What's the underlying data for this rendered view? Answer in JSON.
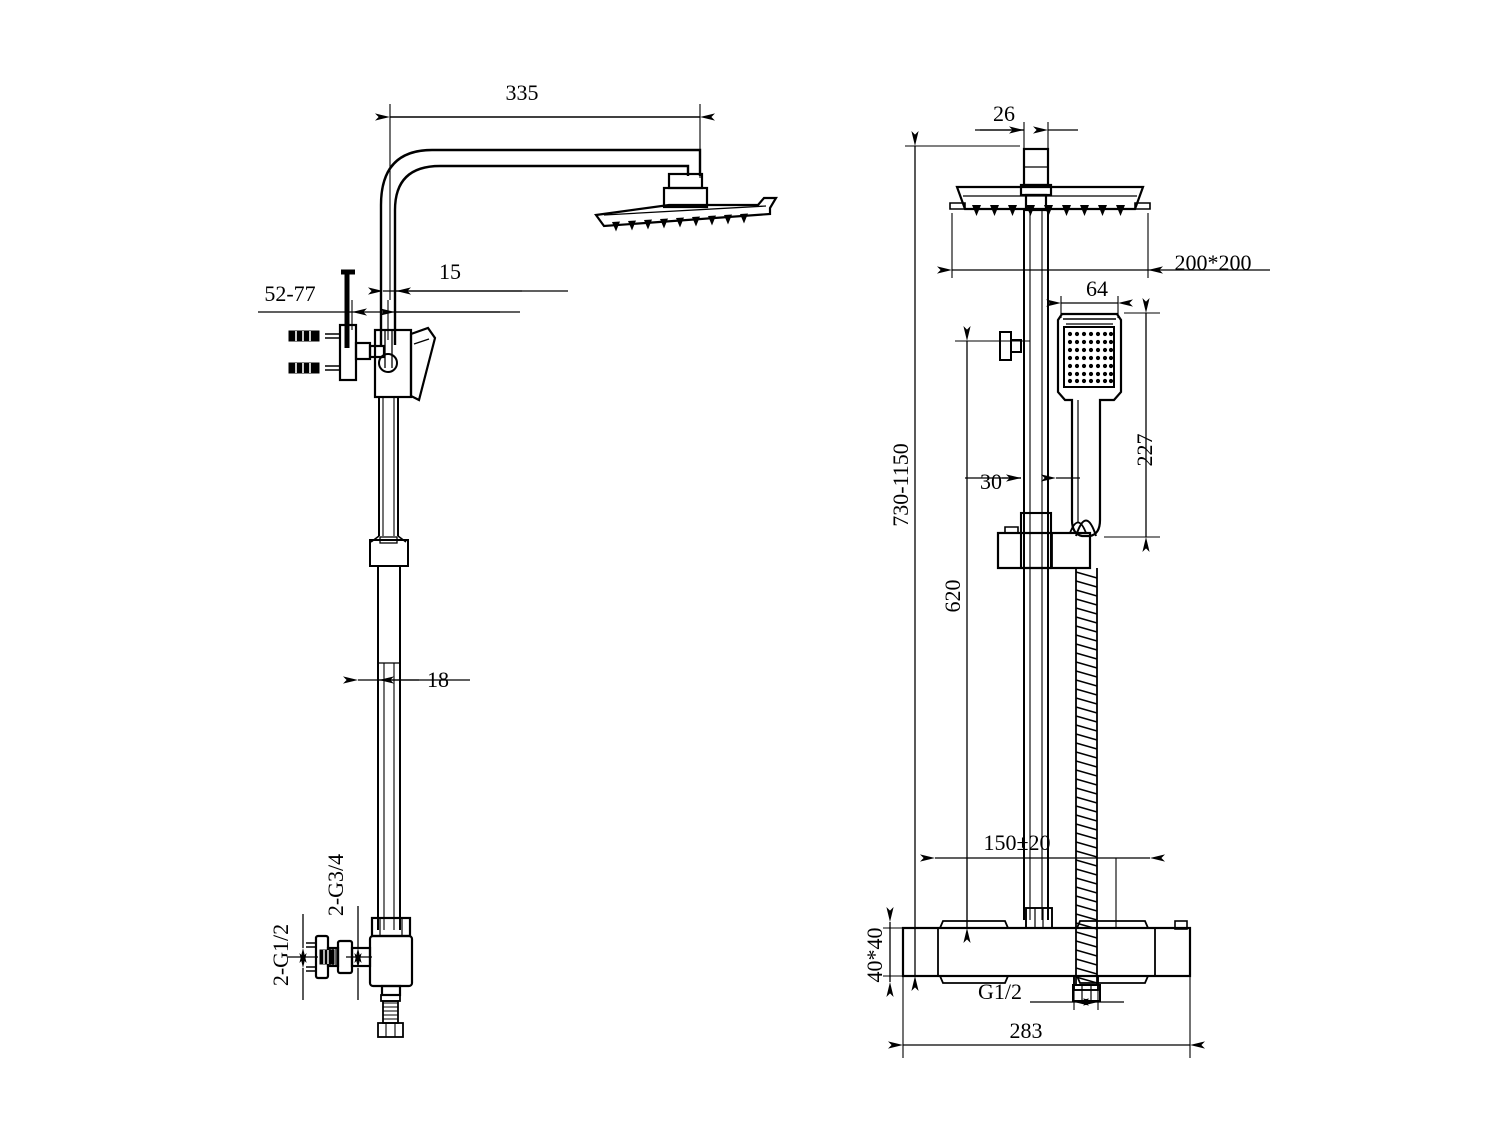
{
  "drawing": {
    "title": "Shower Column Assembly Dimensional Drawing",
    "type": "engineering-line-drawing",
    "units": "mm",
    "line_color": "#000000",
    "background_color": "#ffffff",
    "views": [
      {
        "name": "side-elevation",
        "position": "left",
        "description": "Side view of thermostatic shower column with rain head on swan-neck arm, wall bracket, riser pipe and bottom mixer valve"
      },
      {
        "name": "front-elevation",
        "position": "right",
        "description": "Front view of shower column showing square rain head, hand shower on slide rail, flexible hose and thermostatic bar mixer"
      }
    ]
  },
  "dimensions": {
    "left_view": [
      {
        "id": "arm-reach",
        "label": "335",
        "orientation": "horizontal",
        "note": "shower arm reach"
      },
      {
        "id": "riser-offset",
        "label": "15",
        "orientation": "horizontal",
        "note": "offset from bracket face"
      },
      {
        "id": "wall-standoff",
        "label": "52-77",
        "orientation": "horizontal",
        "note": "adjustable wall standoff range"
      },
      {
        "id": "riser-diameter",
        "label": "18",
        "orientation": "horizontal",
        "note": "riser pipe diameter"
      },
      {
        "id": "outlet-thread",
        "label": "2-G3/4",
        "orientation": "leader",
        "note": "two 3/4 inch outlet threads"
      },
      {
        "id": "inlet-thread",
        "label": "2-G1/2",
        "orientation": "leader",
        "note": "two 1/2 inch inlet threads"
      }
    ],
    "right_view": [
      {
        "id": "arm-width",
        "label": "26",
        "orientation": "horizontal",
        "note": "shower arm width"
      },
      {
        "id": "head-size",
        "label": "200*200",
        "orientation": "horizontal",
        "note": "rain head face size"
      },
      {
        "id": "hand-head-width",
        "label": "64",
        "orientation": "horizontal",
        "note": "hand shower head width"
      },
      {
        "id": "hand-length",
        "label": "227",
        "orientation": "vertical",
        "note": "hand shower overall length"
      },
      {
        "id": "slider-offset",
        "label": "30",
        "orientation": "horizontal",
        "note": "slider bracket projection"
      },
      {
        "id": "total-height",
        "label": "730-1150",
        "orientation": "vertical",
        "note": "adjustable overall height range"
      },
      {
        "id": "rail-height",
        "label": "620",
        "orientation": "vertical",
        "note": "slide rail height above mixer"
      },
      {
        "id": "inlet-centers",
        "label": "150±20",
        "orientation": "horizontal",
        "note": "inlet centre distance"
      },
      {
        "id": "bar-section",
        "label": "40*40",
        "orientation": "vertical",
        "note": "mixer bar cross-section"
      },
      {
        "id": "hose-thread",
        "label": "G1/2",
        "orientation": "horizontal",
        "note": "hose outlet thread"
      },
      {
        "id": "bar-width",
        "label": "283",
        "orientation": "horizontal",
        "note": "mixer bar overall width"
      }
    ]
  },
  "components": {
    "rain_shower_head": "square-rain-shower-head",
    "shower_arm": "swan-neck-shower-arm",
    "wall_bracket": "adjustable-wall-bracket",
    "wall_anchors": "wall-anchor-plugs",
    "riser_pipe": "riser-pipe",
    "riser_collar": "riser-collar",
    "hand_shower": "hand-shower-wand",
    "slide_bracket": "slide-rail-bracket",
    "flexible_hose": "flexible-shower-hose",
    "mixer_body": "thermostatic-bar-mixer",
    "temperature_handle": "temperature-handle",
    "diverter_handle": "diverter-handle",
    "eccentric_union": "eccentric-inlet-union"
  }
}
